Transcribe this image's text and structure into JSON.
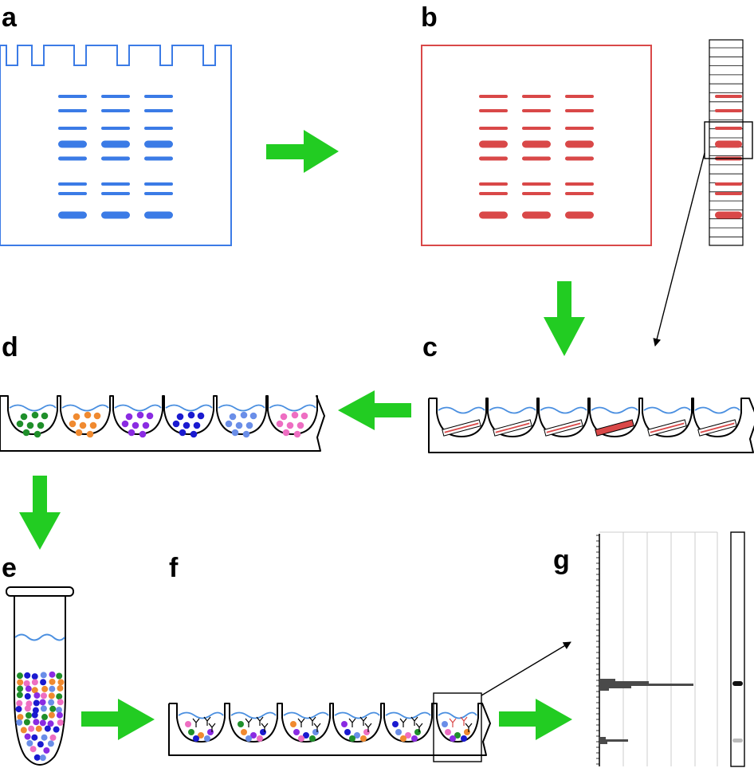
{
  "panels": {
    "a": {
      "label": "a"
    },
    "b": {
      "label": "b"
    },
    "c": {
      "label": "c"
    },
    "d": {
      "label": "d"
    },
    "e": {
      "label": "e"
    },
    "f": {
      "label": "f"
    },
    "g": {
      "label": "g"
    }
  },
  "colors": {
    "gel_blue": "#3b7be6",
    "membrane_red": "#d94848",
    "arrow_green": "#22cc22",
    "water_blue": "#4a8fe0",
    "outline": "#000000",
    "dot_green": "#1f8f2a",
    "dot_orange": "#f08a30",
    "dot_purple": "#8a2be2",
    "dot_navy": "#1a1ad0",
    "dot_lightblue": "#6a8ee8",
    "dot_pink": "#ee6ec2",
    "histogram_bar": "#4a4a4a"
  },
  "icons": {
    "flow_arrow": "green-arrow-icon",
    "pointer": "black-pointer-arrow-icon",
    "antibody": "y-shaped-antibody-icon"
  }
}
